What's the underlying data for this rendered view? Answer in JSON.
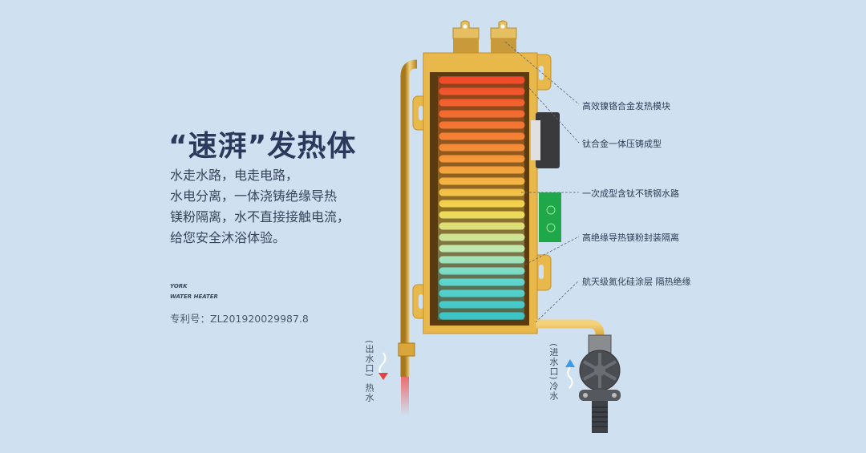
{
  "headline": {
    "title": "“速湃”发热体",
    "description": [
      "水走水路，电走电路，",
      "水电分离，一体浇铸绝缘导热",
      "镁粉隔离，水不直接接触电流，",
      "给您安全沐浴体验。"
    ]
  },
  "brand": {
    "line1": "YORK",
    "line2": "WATER HEATER"
  },
  "patent": {
    "text": "专利号：ZL201920029987.8"
  },
  "callouts": [
    {
      "label": "高效镍铬合金发热模块"
    },
    {
      "label": "钛合金一体压铸成型"
    },
    {
      "label": "一次成型含钛不锈钢水路"
    },
    {
      "label": "高绝缘导热镁粉封装隔离"
    },
    {
      "label": "航天级氮化硅涂层 隔热绝缘"
    }
  ],
  "outlet": {
    "label": "(出水口)",
    "sub": "热水",
    "icon": "down-arrow-hot"
  },
  "inlet": {
    "label": "(进水口)",
    "sub": "冷水",
    "icon": "up-arrow-cold"
  },
  "colors": {
    "background": "#cfe0f0",
    "gold": "#e8b84a",
    "hot": "#e8402a",
    "cold": "#3ec6c8",
    "text": "#2a3a5c"
  }
}
